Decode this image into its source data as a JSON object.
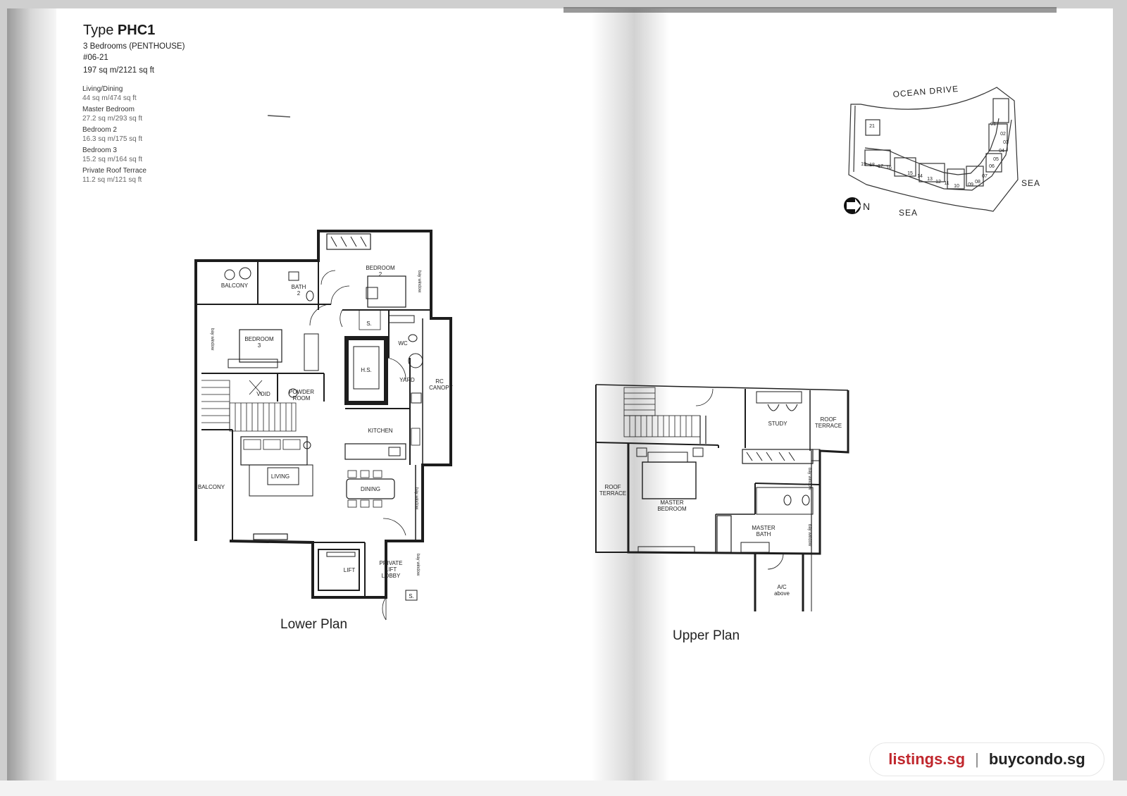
{
  "header": {
    "type_prefix": "Type",
    "type_code": "PHC1",
    "bedrooms": "3 Bedrooms (PENTHOUSE)",
    "unit_number": "#06-21",
    "total_area": "197 sq m/2121 sq ft"
  },
  "areas": [
    {
      "label": "Living/Dining",
      "value": "44 sq m/474 sq ft"
    },
    {
      "label": "Master Bedroom",
      "value": "27.2 sq m/293 sq ft"
    },
    {
      "label": "Bedroom 2",
      "value": "16.3 sq m/175 sq ft"
    },
    {
      "label": "Bedroom 3",
      "value": "15.2 sq m/164 sq ft"
    },
    {
      "label": "Private Roof Terrace",
      "value": "11.2 sq m/121 sq ft"
    }
  ],
  "site_plan": {
    "road": "OCEAN DRIVE",
    "sea_right": "SEA",
    "sea_bottom": "SEA",
    "north": "N",
    "units": [
      "01",
      "02",
      "03",
      "04",
      "05",
      "06",
      "07",
      "08",
      "09",
      "10",
      "11",
      "12",
      "13",
      "14",
      "15",
      "16",
      "17",
      "18",
      "19",
      "21"
    ]
  },
  "lower_plan": {
    "caption": "Lower Plan",
    "rooms": {
      "balcony_top": "BALCONY",
      "bath_2": "BATH",
      "bath_2_num": "2",
      "bedroom_2": "BEDROOM",
      "bedroom_2_num": "2",
      "bay_window": "bay window",
      "store": "S.",
      "wc": "WC",
      "bedroom_3": "BEDROOM",
      "bedroom_3_num": "3",
      "hs": "H.S.",
      "yard": "YARD",
      "rc_canopy_1": "RC",
      "rc_canopy_2": "CANOPY",
      "void": "VOID",
      "powder_room_1": "POWDER",
      "powder_room_2": "ROOM",
      "kitchen": "KITCHEN",
      "living": "LIVING",
      "dining": "DINING",
      "balcony_left": "BALCONY",
      "lift": "LIFT",
      "private_lift_lobby_1": "PRIVATE",
      "private_lift_lobby_2": "LIFT",
      "private_lift_lobby_3": "LOBBY",
      "store_2": "S."
    }
  },
  "upper_plan": {
    "caption": "Upper Plan",
    "rooms": {
      "study": "STUDY",
      "roof_terrace_right_1": "ROOF",
      "roof_terrace_right_2": "TERRACE",
      "roof_terrace_left_1": "ROOF",
      "roof_terrace_left_2": "TERRACE",
      "master_bedroom_1": "MASTER",
      "master_bedroom_2": "BEDROOM",
      "master_bath_1": "MASTER",
      "master_bath_2": "BATH",
      "ac_1": "A/C",
      "ac_2": "above",
      "bay_window": "bay window"
    }
  },
  "watermark": {
    "left": "listings.sg",
    "sep": "|",
    "right": "buycondo.sg"
  }
}
